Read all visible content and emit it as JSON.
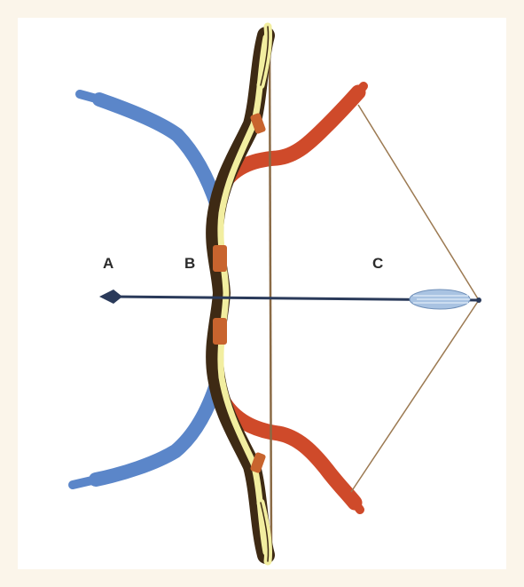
{
  "labels": {
    "a": "A",
    "b": "B",
    "c": "C"
  },
  "colors": {
    "page_background": "#fbf5ea",
    "unstrung_limbs": "#5b86c9",
    "strung_bow": "#3e2a14",
    "drawn_limbs": "#cf4a2a",
    "bow_belly": "#f2eea0",
    "grip_wrap": "#c8642e",
    "string": "#9c7a52",
    "arrow": "#2a3a5a",
    "fletching": "#a9c3e2"
  }
}
